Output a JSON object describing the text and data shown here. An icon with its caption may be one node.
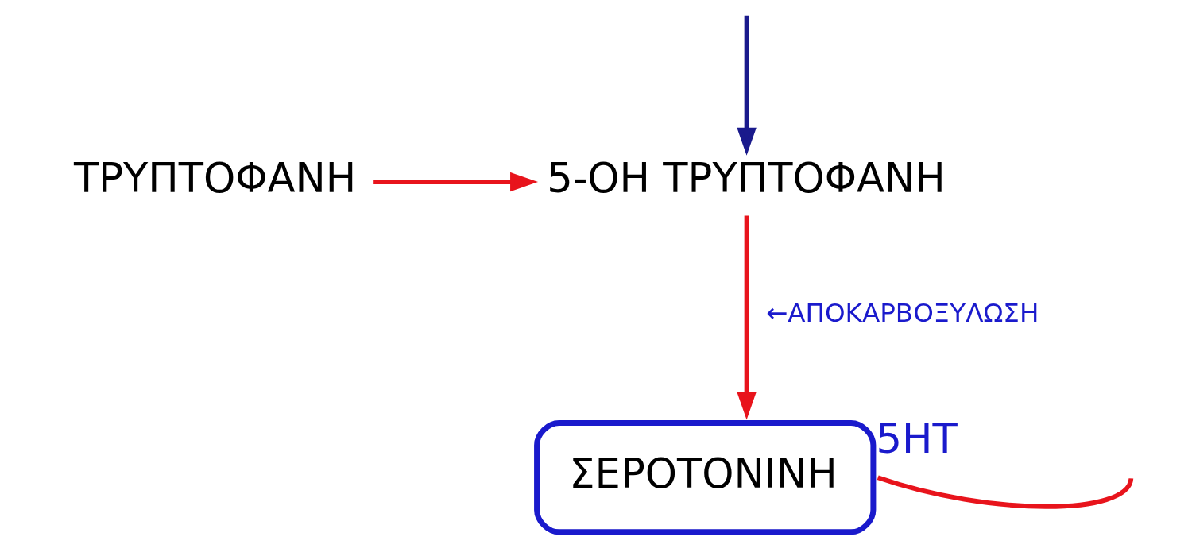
{
  "diagram": {
    "nodes": [
      {
        "text": [
          "ΤΡΥΠΤΟΦΑΝΗ"
        ]
      },
      {
        "text": [
          "5-ΟΗ ΤΡΥΠΤΟΦΑΝΗ"
        ]
      },
      {
        "text": [
          "ΣΕΡΟΤΟΝΙΝΗ"
        ],
        "beside": [
          "5HT"
        ]
      }
    ],
    "edges": [
      {
        "from": null,
        "to": 1,
        "arrow": "to",
        "color": "#1a1a8c"
      },
      {
        "from": 0,
        "to": 1,
        "arrow": "to"
      },
      {
        "from": 1,
        "to": 2,
        "arrow": "to",
        "label": "←ΑΠΟΚΑΡΒΟΞΥΛΩΣΗ"
      },
      {
        "from": 2,
        "to": null,
        "arrow": "none"
      }
    ]
  }
}
